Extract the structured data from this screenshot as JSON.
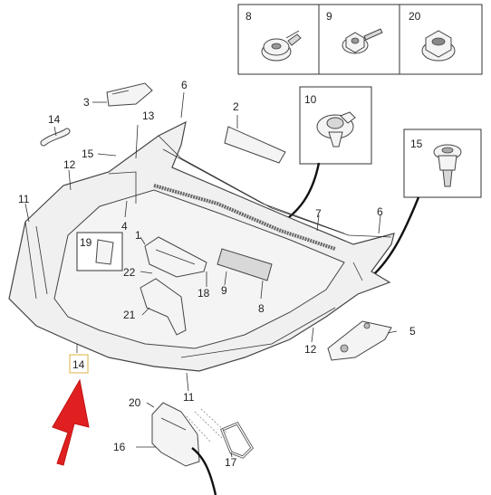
{
  "callouts": {
    "c1": "1",
    "c2": "2",
    "c3": "3",
    "c4": "4",
    "c5": "5",
    "c6a": "6",
    "c6b": "6",
    "c7": "7",
    "c8a": "8",
    "c8b": "8",
    "c9": "9",
    "c10": "10",
    "c11a": "11",
    "c11b": "11",
    "c12a": "12",
    "c12b": "12",
    "c13": "13",
    "c14a": "14",
    "c14b": "14",
    "c15a": "15",
    "c15b": "15",
    "c16": "16",
    "c17": "17",
    "c18": "18",
    "c19": "19",
    "c20a": "20",
    "c20b": "20",
    "c21": "21",
    "c22": "22"
  },
  "insets": {
    "top_row": [
      "8",
      "9",
      "20"
    ],
    "clip_10": "10",
    "clip_15": "15"
  },
  "colors": {
    "highlight_box": "#e8c77a",
    "arrow": "#e02020"
  }
}
